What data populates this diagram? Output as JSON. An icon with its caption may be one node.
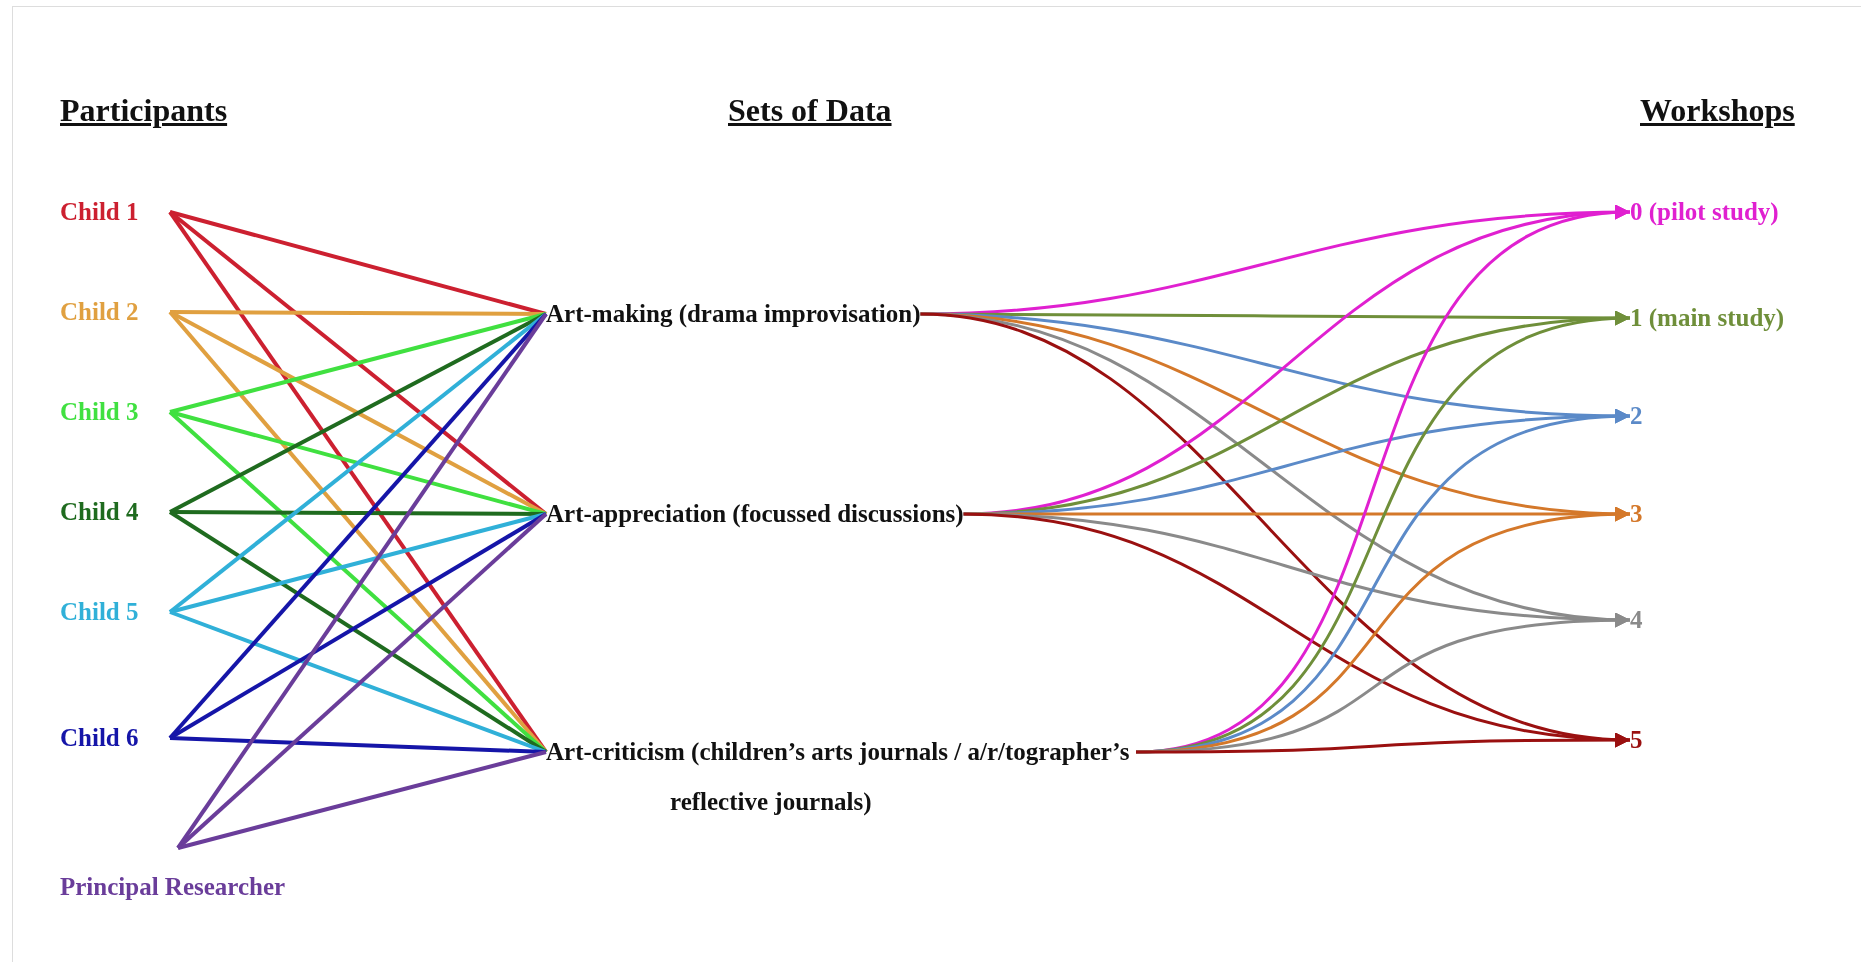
{
  "diagram": {
    "nodes": [
      {
        "text": [
          "Child 1"
        ]
      },
      {
        "text": [
          "Child 2"
        ]
      },
      {
        "text": [
          "Child 3"
        ]
      },
      {
        "text": [
          "Child 4"
        ]
      },
      {
        "text": [
          "Child 5"
        ]
      },
      {
        "text": [
          "Child 6"
        ]
      },
      {
        "text": [
          "Principal Researcher"
        ]
      },
      {
        "text": [
          "Art-making (drama improvisation)"
        ]
      },
      {
        "text": [
          "Art-appreciation (focussed discussions)"
        ]
      },
      {
        "text": [
          "Art-criticism (children’s arts journals / a/r/tographer’s reflective journals)"
        ]
      },
      {
        "text": [
          "0 (pilot study)"
        ]
      },
      {
        "text": [
          "1 (main study)"
        ]
      },
      {
        "text": [
          "2"
        ]
      },
      {
        "text": [
          "3"
        ]
      },
      {
        "text": [
          "4"
        ]
      },
      {
        "text": [
          "5"
        ]
      }
    ],
    "edges": [
      {
        "from": 0,
        "to": 7,
        "arrow": "none",
        "color": "#cc2030"
      },
      {
        "from": 0,
        "to": 8,
        "arrow": "none",
        "color": "#cc2030"
      },
      {
        "from": 0,
        "to": 9,
        "arrow": "none",
        "color": "#cc2030"
      },
      {
        "from": 1,
        "to": 7,
        "arrow": "none",
        "color": "#e0a040"
      },
      {
        "from": 1,
        "to": 8,
        "arrow": "none",
        "color": "#e0a040"
      },
      {
        "from": 1,
        "to": 9,
        "arrow": "none",
        "color": "#e0a040"
      },
      {
        "from": 2,
        "to": 7,
        "arrow": "none",
        "color": "#40e040"
      },
      {
        "from": 2,
        "to": 8,
        "arrow": "none",
        "color": "#40e040"
      },
      {
        "from": 2,
        "to": 9,
        "arrow": "none",
        "color": "#40e040"
      },
      {
        "from": 3,
        "to": 7,
        "arrow": "none",
        "color": "#1f6b1f"
      },
      {
        "from": 3,
        "to": 8,
        "arrow": "none",
        "color": "#1f6b1f"
      },
      {
        "from": 3,
        "to": 9,
        "arrow": "none",
        "color": "#1f6b1f"
      },
      {
        "from": 4,
        "to": 7,
        "arrow": "none",
        "color": "#30b0d8"
      },
      {
        "from": 4,
        "to": 8,
        "arrow": "none",
        "color": "#30b0d8"
      },
      {
        "from": 4,
        "to": 9,
        "arrow": "none",
        "color": "#30b0d8"
      },
      {
        "from": 5,
        "to": 7,
        "arrow": "none",
        "color": "#1515a8"
      },
      {
        "from": 5,
        "to": 8,
        "arrow": "none",
        "color": "#1515a8"
      },
      {
        "from": 5,
        "to": 9,
        "arrow": "none",
        "color": "#1515a8"
      },
      {
        "from": 6,
        "to": 7,
        "arrow": "none",
        "color": "#6a3d9a"
      },
      {
        "from": 6,
        "to": 8,
        "arrow": "none",
        "color": "#6a3d9a"
      },
      {
        "from": 6,
        "to": 9,
        "arrow": "none",
        "color": "#6a3d9a"
      },
      {
        "from": 7,
        "to": 10,
        "arrow": "to",
        "color": "#e020d0"
      },
      {
        "from": 7,
        "to": 11,
        "arrow": "to",
        "color": "#6f8f3a"
      },
      {
        "from": 7,
        "to": 12,
        "arrow": "to",
        "color": "#5b8ac8"
      },
      {
        "from": 7,
        "to": 13,
        "arrow": "to",
        "color": "#d4782a"
      },
      {
        "from": 7,
        "to": 14,
        "arrow": "to",
        "color": "#8a8a8a"
      },
      {
        "from": 7,
        "to": 15,
        "arrow": "to",
        "color": "#9a1010"
      },
      {
        "from": 8,
        "to": 10,
        "arrow": "to",
        "color": "#e020d0"
      },
      {
        "from": 8,
        "to": 11,
        "arrow": "to",
        "color": "#6f8f3a"
      },
      {
        "from": 8,
        "to": 12,
        "arrow": "to",
        "color": "#5b8ac8"
      },
      {
        "from": 8,
        "to": 13,
        "arrow": "to",
        "color": "#d4782a"
      },
      {
        "from": 8,
        "to": 14,
        "arrow": "to",
        "color": "#8a8a8a"
      },
      {
        "from": 8,
        "to": 15,
        "arrow": "to",
        "color": "#9a1010"
      },
      {
        "from": 9,
        "to": 10,
        "arrow": "to",
        "color": "#e020d0"
      },
      {
        "from": 9,
        "to": 11,
        "arrow": "to",
        "color": "#6f8f3a"
      },
      {
        "from": 9,
        "to": 12,
        "arrow": "to",
        "color": "#5b8ac8"
      },
      {
        "from": 9,
        "to": 13,
        "arrow": "to",
        "color": "#d4782a"
      },
      {
        "from": 9,
        "to": 14,
        "arrow": "to",
        "color": "#8a8a8a"
      },
      {
        "from": 9,
        "to": 15,
        "arrow": "to",
        "color": "#9a1010"
      }
    ],
    "labels": [
      "Participants",
      "Sets of Data",
      "Workshops"
    ]
  }
}
